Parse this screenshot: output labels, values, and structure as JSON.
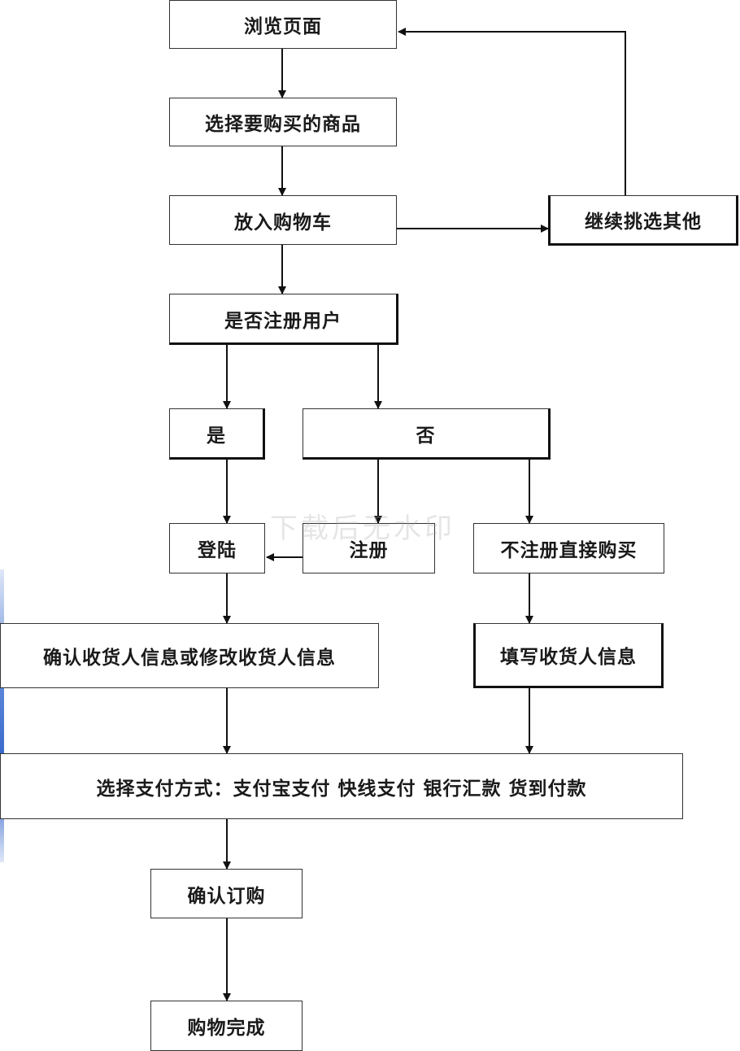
{
  "nodes": {
    "browse": "浏览页面",
    "select_goods": "选择要购买的商品",
    "add_cart": "放入购物车",
    "continue_shopping": "继续挑选其他",
    "is_registered": "是否注册用户",
    "yes": "是",
    "no": "否",
    "login": "登陆",
    "register": "注册",
    "buy_without_register": "不注册直接购买",
    "confirm_receiver": "确认收货人信息或修改收货人信息",
    "fill_receiver": "填写收货人信息",
    "payment": "选择支付方式：支付宝支付  快线支付  银行汇款  货到付款",
    "confirm_order": "确认订购",
    "done": "购物完成"
  },
  "watermark": "下载后无水印"
}
